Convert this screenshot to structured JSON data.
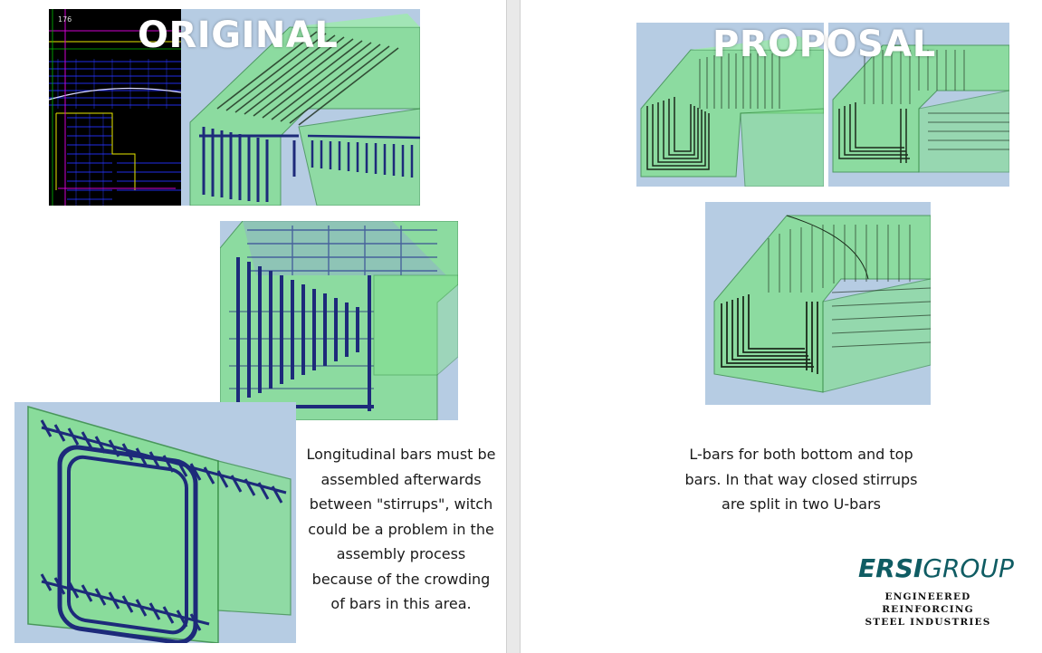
{
  "left": {
    "title": "ORIGINAL",
    "caption_lines": [
      "Longitudinal bars must be",
      "assembled afterwards",
      "between \"stirrups\", witch",
      "could be a problem in the",
      "assembly process",
      "because of the crowding",
      "of bars in this area."
    ],
    "cad_mark": "176"
  },
  "right": {
    "title": "PROPOSAL",
    "caption_lines": [
      "L-bars for both bottom and top",
      "bars. In that way closed stirrups",
      "are split in two U-bars"
    ]
  },
  "logo": {
    "brand_bold": "ERSI",
    "brand_light": "GROUP",
    "tagline_line1": "ENGINEERED REINFORCING",
    "tagline_line2": "STEEL INDUSTRIES"
  },
  "colors": {
    "concrete_green": "#7fe08a",
    "rebar_blue": "#1d2a7a",
    "rebar_black": "#1b2b1b",
    "bg_blue": "#b6cce3",
    "cad_bg": "#000000",
    "brand_teal": "#0f5c63"
  }
}
